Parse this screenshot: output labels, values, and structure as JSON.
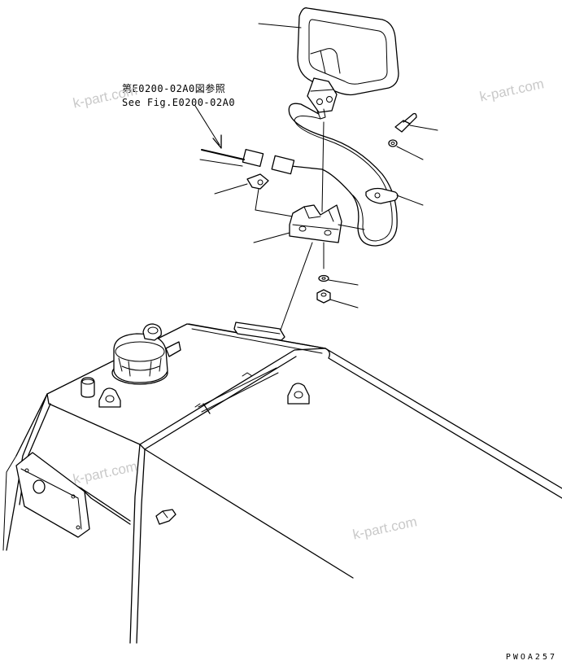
{
  "reference": {
    "jp": "第E0200-02A0図参照",
    "en": "See Fig.E0200-02A0"
  },
  "watermarks": [
    "k-part.com",
    "k-part.com",
    "k-part.com",
    "k-part.com"
  ],
  "figure_code": "PWOA257",
  "colors": {
    "ink": "#000000",
    "watermark": "#c9c9c9",
    "paper": "#ffffff"
  }
}
